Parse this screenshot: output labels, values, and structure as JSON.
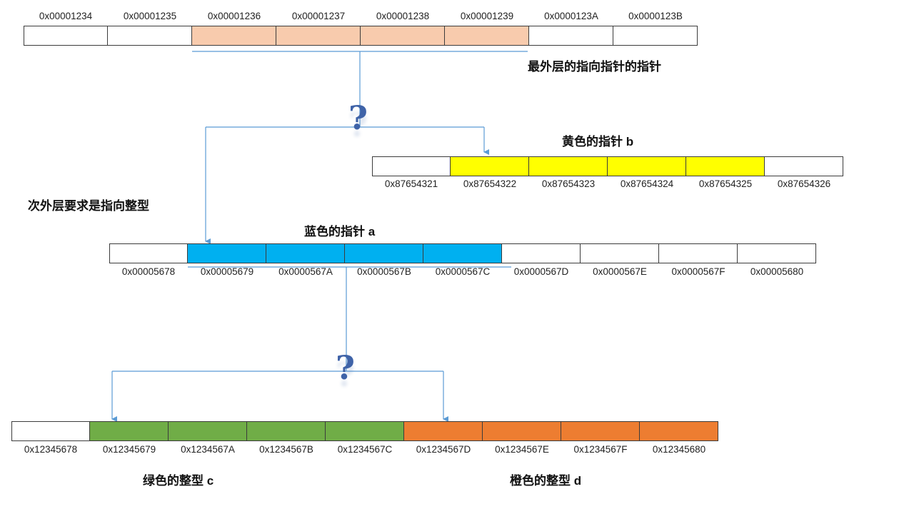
{
  "outer_row": {
    "addresses": [
      "0x00001234",
      "0x00001235",
      "0x00001236",
      "0x00001237",
      "0x00001238",
      "0x00001239",
      "0x0000123A",
      "0x0000123B"
    ],
    "fill_color": "#f8cbad",
    "filled_indices": [
      2,
      3,
      4,
      5
    ],
    "label": "最外层的指向指针的指针"
  },
  "yellow_row": {
    "addresses": [
      "0x87654321",
      "0x87654322",
      "0x87654323",
      "0x87654324",
      "0x87654325",
      "0x87654326"
    ],
    "fill_color": "#ffff00",
    "filled_indices": [
      1,
      2,
      3,
      4
    ],
    "label": "黄色的指针 b"
  },
  "middle_note": "次外层要求是指向整型",
  "blue_row": {
    "addresses": [
      "0x00005678",
      "0x00005679",
      "0x0000567A",
      "0x0000567B",
      "0x0000567C",
      "0x0000567D",
      "0x0000567E",
      "0x0000567F",
      "0x00005680"
    ],
    "fill_color": "#00b0f0",
    "filled_indices": [
      1,
      2,
      3,
      4
    ],
    "label": "蓝色的指针 a"
  },
  "bottom_row": {
    "addresses": [
      "0x12345678",
      "0x12345679",
      "0x1234567A",
      "0x1234567B",
      "0x1234567C",
      "0x1234567D",
      "0x1234567E",
      "0x1234567F",
      "0x12345680"
    ],
    "green_color": "#70ad47",
    "orange_color": "#ed7d31",
    "green_indices": [
      1,
      2,
      3,
      4
    ],
    "orange_indices": [
      5,
      6,
      7,
      8
    ],
    "green_label": "绿色的整型 c",
    "orange_label": "橙色的整型 d"
  },
  "question_mark_icon": "?",
  "connector_color": "#5b9bd5"
}
